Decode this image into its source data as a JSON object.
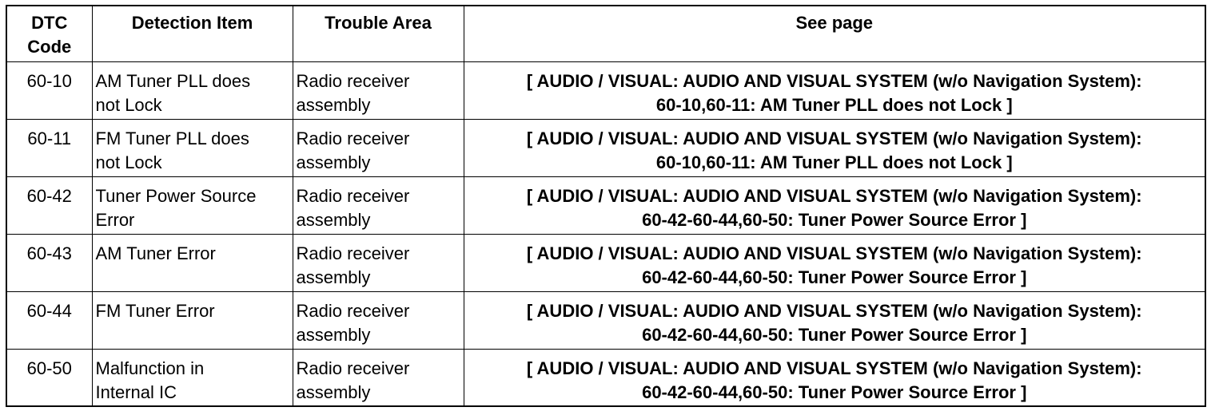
{
  "table": {
    "headers": {
      "code_line1": "DTC",
      "code_line2": "Code",
      "detection": "Detection Item",
      "trouble": "Trouble Area",
      "page": "See page"
    },
    "rows": [
      {
        "code": "60-10",
        "detection": [
          "AM Tuner PLL does",
          "not Lock"
        ],
        "trouble": [
          "Radio receiver",
          "assembly"
        ],
        "page": [
          "[ AUDIO / VISUAL: AUDIO AND VISUAL SYSTEM (w/o Navigation System):",
          "60-10,60-11: AM Tuner PLL does not Lock ]"
        ]
      },
      {
        "code": "60-11",
        "detection": [
          "FM Tuner PLL does",
          "not Lock"
        ],
        "trouble": [
          "Radio receiver",
          "assembly"
        ],
        "page": [
          "[ AUDIO / VISUAL: AUDIO AND VISUAL SYSTEM (w/o Navigation System):",
          "60-10,60-11: AM Tuner PLL does not Lock ]"
        ]
      },
      {
        "code": "60-42",
        "detection": [
          "Tuner Power Source",
          "Error"
        ],
        "trouble": [
          "Radio receiver",
          "assembly"
        ],
        "page": [
          "[ AUDIO / VISUAL: AUDIO AND VISUAL SYSTEM (w/o Navigation System):",
          "60-42-60-44,60-50: Tuner Power Source Error ]"
        ]
      },
      {
        "code": "60-43",
        "detection": [
          "AM Tuner Error",
          ""
        ],
        "trouble": [
          "Radio receiver",
          "assembly"
        ],
        "page": [
          "[ AUDIO / VISUAL: AUDIO AND VISUAL SYSTEM (w/o Navigation System):",
          "60-42-60-44,60-50: Tuner Power Source Error ]"
        ]
      },
      {
        "code": "60-44",
        "detection": [
          "FM Tuner Error",
          ""
        ],
        "trouble": [
          "Radio receiver",
          "assembly"
        ],
        "page": [
          "[ AUDIO / VISUAL: AUDIO AND VISUAL SYSTEM (w/o Navigation System):",
          "60-42-60-44,60-50: Tuner Power Source Error ]"
        ]
      },
      {
        "code": "60-50",
        "detection": [
          "Malfunction in",
          "Internal IC"
        ],
        "trouble": [
          "Radio receiver",
          "assembly"
        ],
        "page": [
          "[ AUDIO / VISUAL: AUDIO AND VISUAL SYSTEM (w/o Navigation System):",
          "60-42-60-44,60-50: Tuner Power Source Error ]"
        ]
      }
    ]
  }
}
